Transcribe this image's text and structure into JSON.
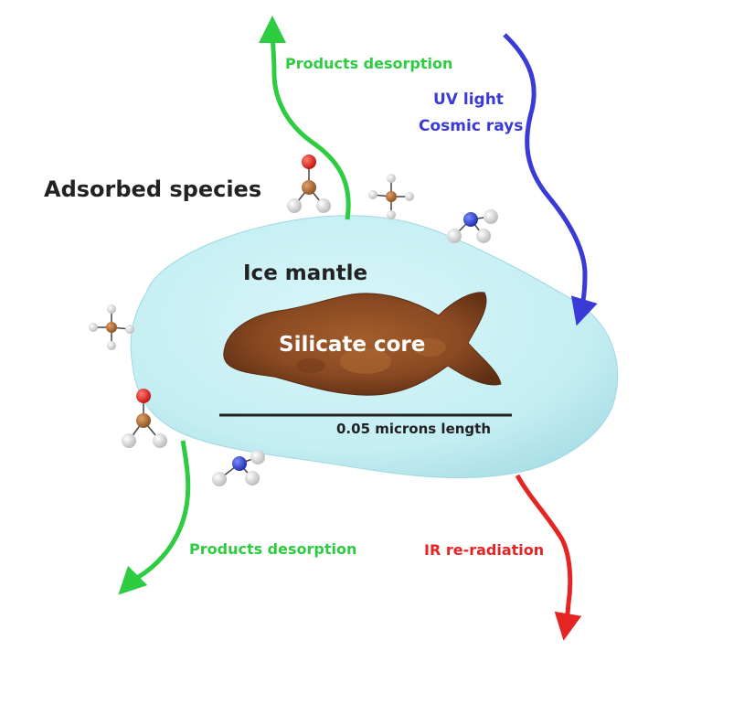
{
  "labels": {
    "adsorbed_species": "Adsorbed species",
    "ice_mantle": "Ice mantle",
    "silicate_core": "Silicate core",
    "scale": "0.05 microns length",
    "products_desorption_top": "Products desorption",
    "products_desorption_bottom": "Products desorption",
    "uv_light": "UV light",
    "cosmic_rays": "Cosmic rays",
    "ir_reradiation": "IR re-radiation"
  },
  "colors": {
    "ice_fill": "#c4eef3",
    "ice_edge": "#9fd9e1",
    "core_fill": "#8a4a22",
    "core_highlight": "#b06a35",
    "scale_bar": "#222222",
    "desorption_arrow": "#2ecc40",
    "uv_arrow": "#3a3ad6",
    "ir_arrow": "#e52424",
    "text_dark": "#222222",
    "text_green": "#2ecc40",
    "text_blue": "#3a3ad6",
    "text_red": "#e52424",
    "atom_carbon": "#b87333",
    "atom_oxygen": "#e8201c",
    "atom_nitrogen": "#2a3fd6",
    "atom_hydrogen": "#e6e6e6"
  },
  "molecules": [
    {
      "kind": "methanol-like",
      "atoms": [
        "O",
        "C",
        "H",
        "H"
      ]
    },
    {
      "kind": "methane",
      "atoms": [
        "C",
        "H",
        "H",
        "H",
        "H"
      ]
    },
    {
      "kind": "ammonia",
      "atoms": [
        "N",
        "H",
        "H",
        "H"
      ]
    },
    {
      "kind": "methane",
      "atoms": [
        "C",
        "H",
        "H",
        "H",
        "H"
      ]
    },
    {
      "kind": "methanol-like",
      "atoms": [
        "O",
        "C",
        "H",
        "H"
      ]
    },
    {
      "kind": "ammonia",
      "atoms": [
        "N",
        "H",
        "H",
        "H"
      ]
    }
  ]
}
